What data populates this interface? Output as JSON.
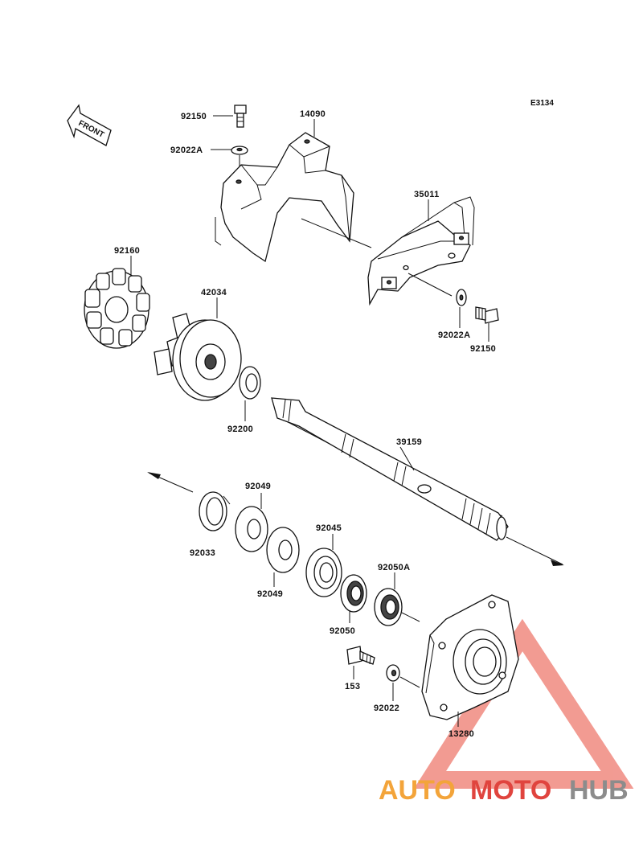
{
  "diagram": {
    "reference_code": "E3134",
    "front_arrow_text": "FRONT",
    "labels": {
      "p92150_top": "92150",
      "p92022A_top": "92022A",
      "p14090": "14090",
      "p35011": "35011",
      "p92160": "92160",
      "p42034": "42034",
      "p92022A_right": "92022A",
      "p92150_right": "92150",
      "p92200": "92200",
      "p39159": "39159",
      "p92049_top": "92049",
      "p92045": "92045",
      "p92033": "92033",
      "p92049_bottom": "92049",
      "p92050A": "92050A",
      "p92050": "92050",
      "p153": "153",
      "p92022": "92022",
      "p13280": "13280"
    }
  },
  "watermark": {
    "part1": "AUTO",
    "part2": "MOTO",
    "part3": "HUB",
    "colors": {
      "orange": "#f3a43a",
      "red": "#e0443e",
      "gray": "#8c8c8c",
      "triangle": "#f08a80"
    }
  }
}
